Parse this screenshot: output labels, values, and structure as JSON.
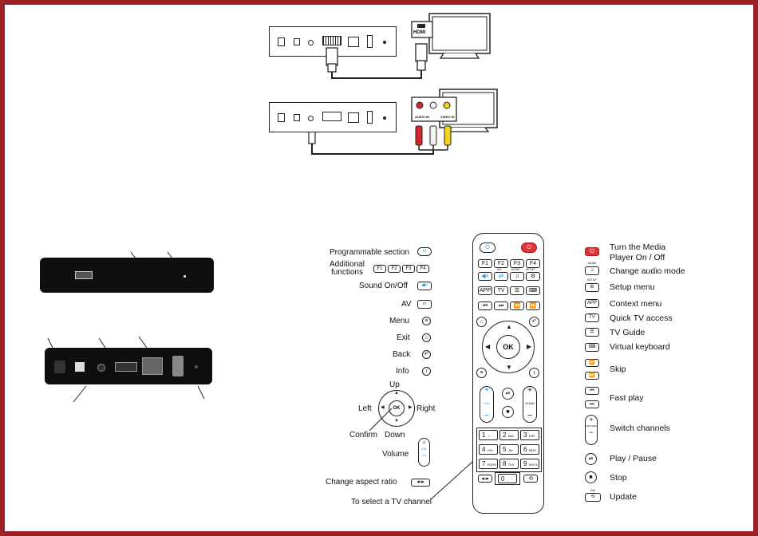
{
  "connections": {
    "hdmi_label": "HDMI",
    "av_in_label": "AUDIO IN",
    "video_in_label": "VIDEO IN"
  },
  "left_labels": {
    "programmable": "Programmable section",
    "additional": "Additional\nfunctions",
    "sound": "Sound On/Off",
    "av": "AV",
    "menu": "Menu",
    "exit": "Exit",
    "back": "Back",
    "info": "Info",
    "up": "Up",
    "left": "Left",
    "right": "Right",
    "confirm": "Confirm",
    "down": "Down",
    "volume": "Volume",
    "aspect": "Change aspect ratio",
    "select_channel": "To select a TV channel"
  },
  "left_icons": {
    "f_keys": [
      "F1",
      "F2",
      "F3",
      "F4"
    ],
    "ok": "OK",
    "vol": "VOL"
  },
  "remote": {
    "f_keys": [
      "F1",
      "F2",
      "F3",
      "F4"
    ],
    "small_labels": [
      "A/V",
      "MODE",
      "SETUP"
    ],
    "app": "APP",
    "tv": "TV",
    "ok": "OK",
    "vol": "VOL",
    "chan": "CHAN",
    "numbers": [
      {
        "n": "1",
        "s": ".,/"
      },
      {
        "n": "2",
        "s": "ABC"
      },
      {
        "n": "3",
        "s": "DEF"
      },
      {
        "n": "4",
        "s": "GHI"
      },
      {
        "n": "5",
        "s": "JKL"
      },
      {
        "n": "6",
        "s": "MNO"
      },
      {
        "n": "7",
        "s": "PQRS"
      },
      {
        "n": "8",
        "s": "TUV"
      },
      {
        "n": "9",
        "s": "WXYZ"
      },
      {
        "n": "0",
        "s": "_"
      }
    ]
  },
  "right_labels": {
    "power": "Turn the Media\nPlayer On / Off",
    "audio_mode": "Change audio mode",
    "setup": "Setup menu",
    "context": "Context menu",
    "quick_tv": "Quick TV access",
    "tv_guide": "TV Guide",
    "keyboard": "Virtual keyboard",
    "skip": "Skip",
    "fast_play": "Fast play",
    "switch_channels": "Switch channels",
    "play_pause": "Play / Pause",
    "stop": "Stop",
    "update": "Update"
  },
  "right_icons": {
    "mode": "MODE",
    "setup": "SETUP",
    "app": "APP",
    "tv": "TV",
    "chan": "CHANNEL",
    "del": "Del"
  },
  "colors": {
    "frame": "#9b2226",
    "accent_blue": "#1a8fd6",
    "power_red": "#e0343a",
    "rca_red": "#d7262b",
    "rca_white": "#f2f2f2",
    "rca_yellow": "#f2d21b"
  }
}
